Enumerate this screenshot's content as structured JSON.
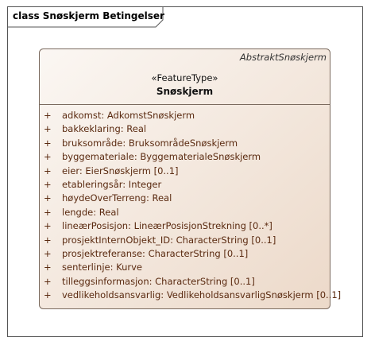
{
  "diagram": {
    "frame_title": "class Snøskjerm Betingelser",
    "class": {
      "generalization": "AbstraktSnøskjerm",
      "stereotype": "«FeatureType»",
      "name": "Snøskjerm",
      "attributes": [
        {
          "visibility": "+",
          "text": "adkomst: AdkomstSnøskjerm"
        },
        {
          "visibility": "+",
          "text": "bakkeklaring: Real"
        },
        {
          "visibility": "+",
          "text": "bruksområde: BruksområdeSnøskjerm"
        },
        {
          "visibility": "+",
          "text": "byggemateriale: ByggematerialeSnøskjerm"
        },
        {
          "visibility": "+",
          "text": "eier: EierSnøskjerm [0..1]"
        },
        {
          "visibility": "+",
          "text": "etableringsår: Integer"
        },
        {
          "visibility": "+",
          "text": "høydeOverTerreng: Real"
        },
        {
          "visibility": "+",
          "text": "lengde: Real"
        },
        {
          "visibility": "+",
          "text": "lineærPosisjon: LineærPosisjonStrekning [0..*]"
        },
        {
          "visibility": "+",
          "text": "prosjektInternObjekt_ID: CharacterString [0..1]"
        },
        {
          "visibility": "+",
          "text": "prosjektreferanse: CharacterString [0..1]"
        },
        {
          "visibility": "+",
          "text": "senterlinje: Kurve"
        },
        {
          "visibility": "+",
          "text": "tilleggsinformasjon: CharacterString [0..1]"
        },
        {
          "visibility": "+",
          "text": "vedlikeholdsansvarlig: VedlikeholdsansvarligSnøskjerm [0..1]"
        }
      ]
    },
    "colors": {
      "class_fill_light": "#fbf7f3",
      "class_fill_dark": "#ecd9c9",
      "class_border": "#7a6a5e",
      "attribute_text": "#5a2a10"
    }
  }
}
